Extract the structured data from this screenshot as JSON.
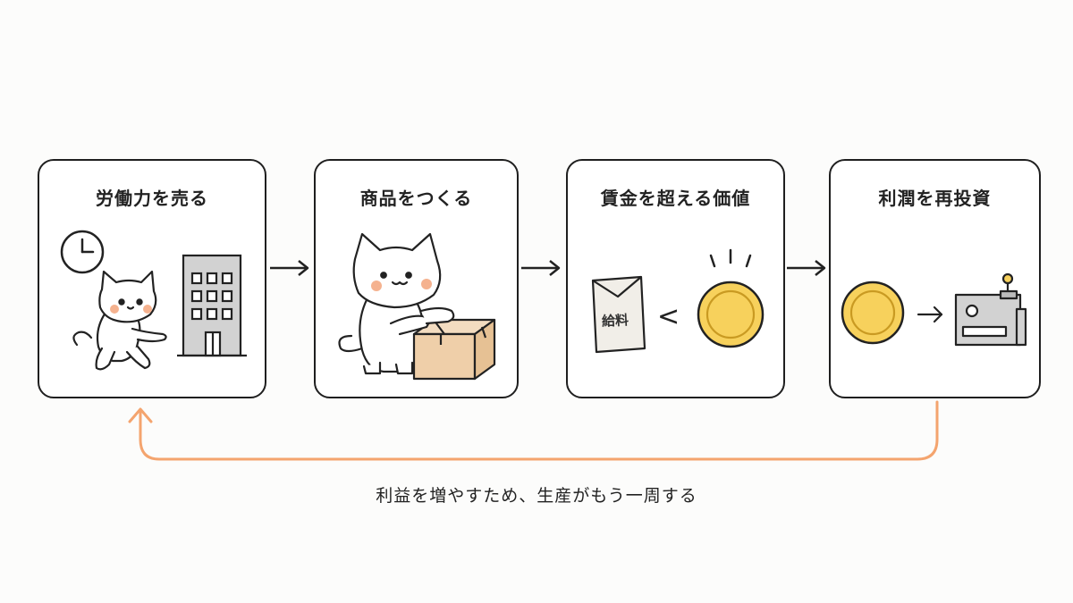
{
  "steps": [
    {
      "title": "労働力を売る"
    },
    {
      "title": "商品をつくる"
    },
    {
      "title": "賃金を超える価値"
    },
    {
      "title": "利潤を再投資"
    }
  ],
  "envelope_label": "給料",
  "less_than_symbol": "<",
  "caption": "利益を増やすため、生産がもう一周する",
  "colors": {
    "loop_arrow": "#f4a46e",
    "coin_fill": "#f7d15c",
    "coin_stroke": "#2a2a2a",
    "box_fill": "#efcfa9",
    "cheek": "#f5b28f",
    "building": "#cfcfcf"
  }
}
